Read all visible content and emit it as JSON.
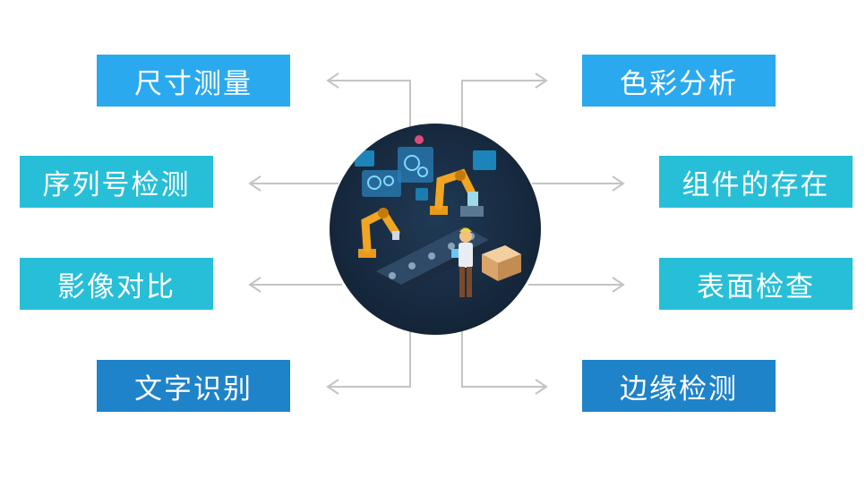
{
  "diagram": {
    "left_items": [
      "尺寸测量",
      "序列号检测",
      "影像对比",
      "文字识别"
    ],
    "right_items": [
      "色彩分析",
      "组件的存在",
      "表面检查",
      "边缘检测"
    ]
  },
  "colors": {
    "top_row": "#2aa9ef",
    "middle_rows": "#27bfd8",
    "bottom_row": "#1f83c9",
    "connector": "#c4c4c4",
    "hub_background": "#16283d"
  },
  "hub": {
    "image": "factory-robot-assembly-line-illustration"
  }
}
